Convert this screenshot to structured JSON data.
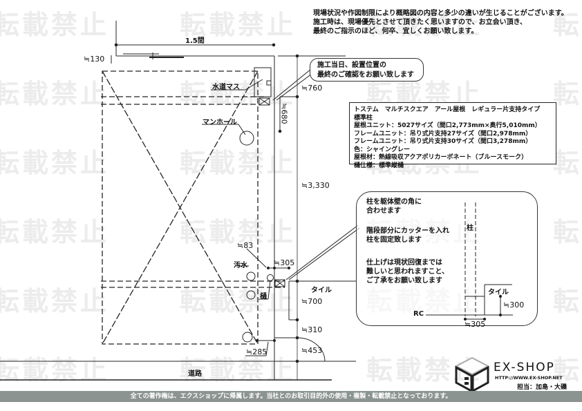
{
  "watermark": "転載禁止",
  "notice": [
    "現場状況や作図制限により概略図の内容と多少の違いが生じることがございます。",
    "施工時は、現場優先とさせて頂きたく思いますので、お立会い頂き、",
    "最終のご指示のほど、何卒、宜しくお願い致します。"
  ],
  "callout_top": [
    "施工当日、設置位置の",
    "最終のご確認をお願い致します"
  ],
  "spec": [
    "トステム　マルチスクエア　アール屋根　レギュラー片支持タイプ　標準柱",
    "屋根ユニット：5027サイズ（間口2,773mm×奥行5,010mm）",
    "フレームユニット：吊り式片支持27サイズ（間口2,978mm）",
    "フレームユニット：吊り式片支持30サイズ（間口3,278mm）",
    "色：シャイングレー",
    "屋根材：熱線吸収アクアポリカーボネート（ブルースモーク）",
    "樋仕様：標準縦樋"
  ],
  "callout_bottom": {
    "p1": [
      "柱を躯体壁の角に",
      "合わせます"
    ],
    "p2": [
      "階段部分にカッターを入れ",
      "柱を固定致します"
    ],
    "p3": [
      "仕上げは現状回復までは",
      "難しいと思われますこと、",
      "ご了承をお願い致します"
    ]
  },
  "detail": {
    "pillar": "柱",
    "tile": "タイル",
    "rc": "RC",
    "dim_300": "≒300",
    "dim_305": "≒305"
  },
  "plan": {
    "width": "1.5間",
    "d130": "≒130",
    "water_meter": "水道マス",
    "manhole": "マンホール",
    "d760": "≒760",
    "d680": "≒680",
    "d3330": "≒3,330",
    "d83": "≒83",
    "d305": "≒305",
    "sewage": "汚水",
    "gutter": "樋",
    "tile": "タイル",
    "d700": "≒700",
    "d310": "≒310",
    "d285": "≒285",
    "d453": "≒453",
    "road": "道路"
  },
  "brand": {
    "name": "EX-SHOP",
    "url": "HTTP://WWW.EX-SHOP.NET",
    "staff": "担当：加島・大磯"
  },
  "footer": "全ての著作権は、エクスショップに帰属します。当社とのお取引目的外の使用・複製・転載禁止となっております。"
}
